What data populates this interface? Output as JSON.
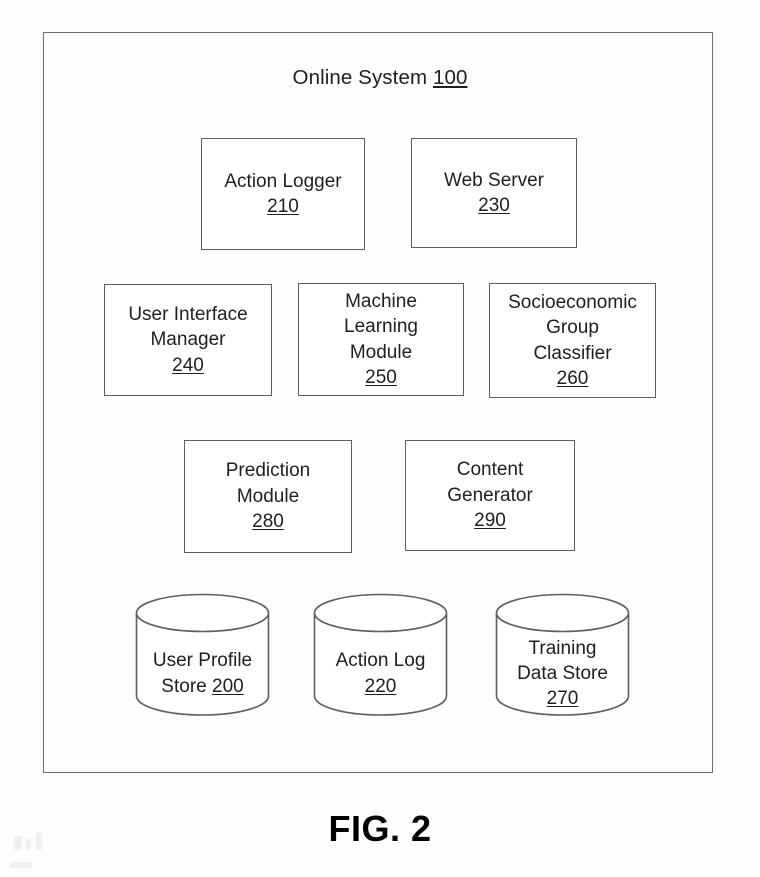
{
  "figure": {
    "caption": "FIG. 2",
    "frame_name": "online-system-frame"
  },
  "system": {
    "title_text": "Online System ",
    "title_ref": "100"
  },
  "components": [
    {
      "id": "action-logger",
      "label": "Action Logger",
      "ref": "210"
    },
    {
      "id": "web-server",
      "label": "Web Server",
      "ref": "230"
    },
    {
      "id": "user-interface-manager",
      "label": "User Interface\nManager",
      "ref": "240"
    },
    {
      "id": "machine-learning-module",
      "label": "Machine\nLearning\nModule",
      "ref": "250"
    },
    {
      "id": "socioeconomic-group-classifier",
      "label": "Socioeconomic\nGroup\nClassifier",
      "ref": "260"
    },
    {
      "id": "prediction-module",
      "label": "Prediction\nModule",
      "ref": "280"
    },
    {
      "id": "content-generator",
      "label": "Content\nGenerator",
      "ref": "290"
    }
  ],
  "data_stores": [
    {
      "id": "user-profile-store",
      "line1": "User Profile",
      "line2": "Store ",
      "ref": "200",
      "ref_inline": true
    },
    {
      "id": "action-log",
      "line1": "Action Log",
      "line2": "",
      "ref": "220",
      "ref_inline": false
    },
    {
      "id": "training-data-store",
      "line1": "Training",
      "line2": "Data Store",
      "ref": "270",
      "ref_inline": false
    }
  ],
  "colors": {
    "line": "#5f5f5f",
    "frame_line": "#6e6e6e",
    "text": "#1f1f1f",
    "page_background": "#fdfdfd"
  }
}
